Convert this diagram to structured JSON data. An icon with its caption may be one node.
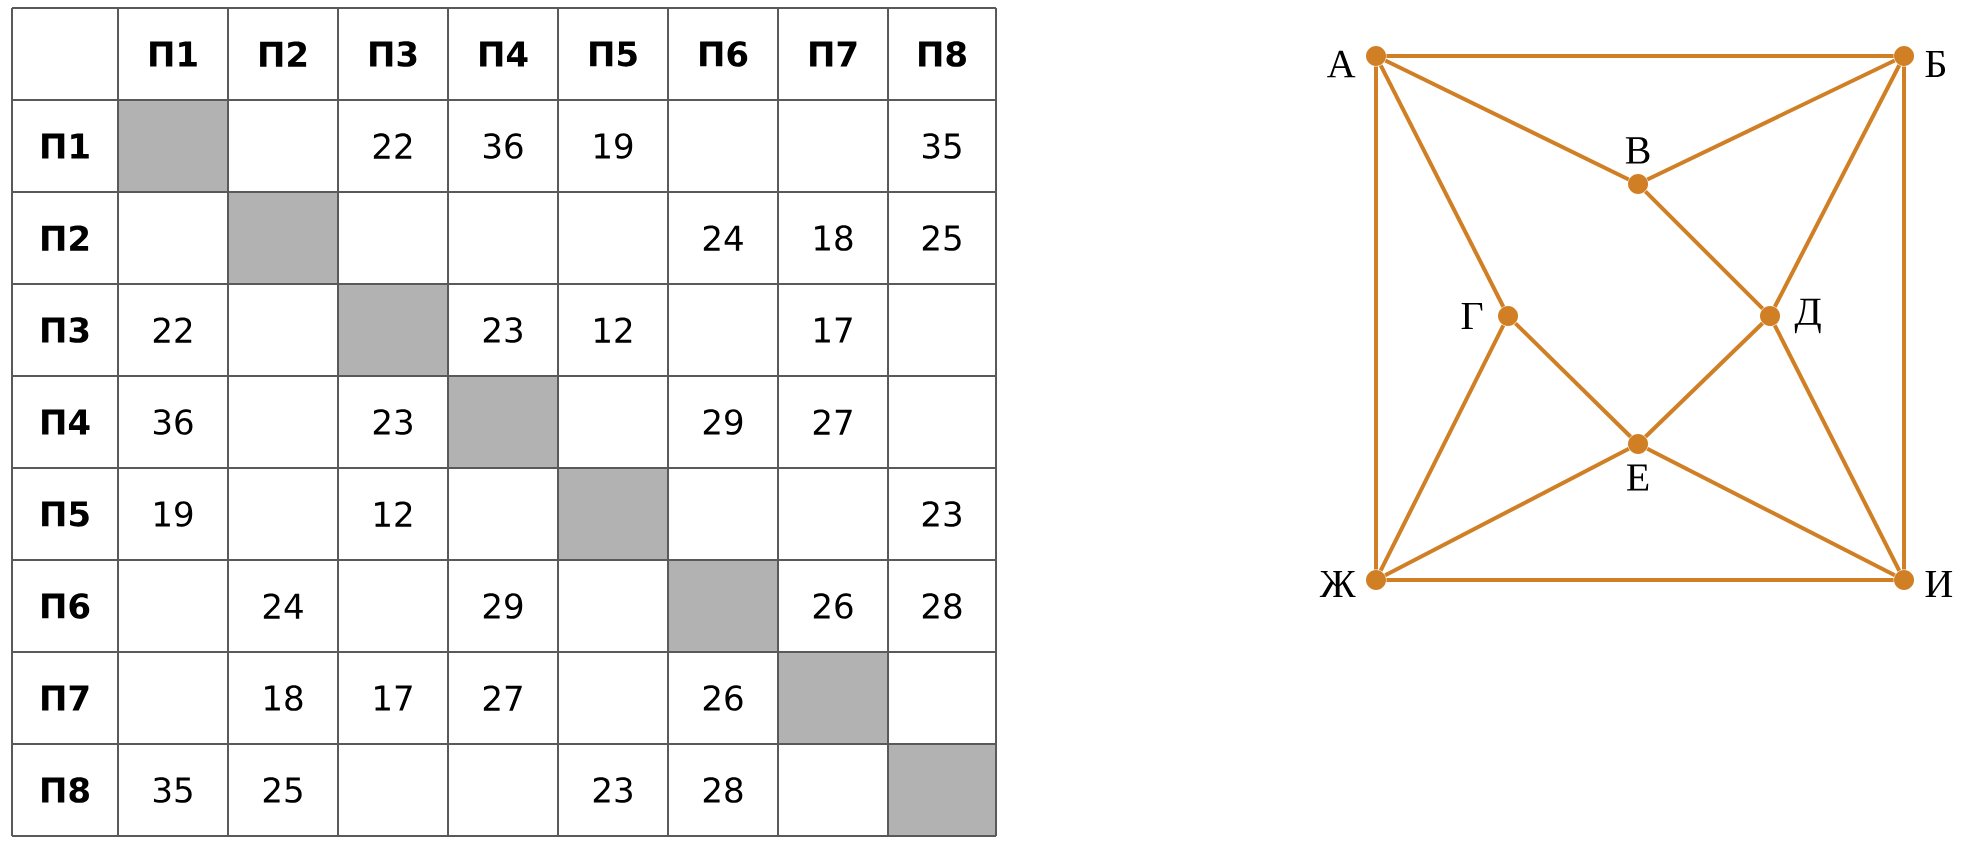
{
  "diagram": {
    "nodes": [
      {
        "text": [],
        "shape": "circle",
        "beside": [
          "А"
        ]
      },
      {
        "text": [],
        "shape": "circle",
        "beside": [
          "Б"
        ]
      },
      {
        "text": [],
        "shape": "circle",
        "beside": [
          "В"
        ]
      },
      {
        "text": [],
        "shape": "circle",
        "beside": [
          "Г"
        ]
      },
      {
        "text": [],
        "shape": "circle",
        "beside": [
          "Д"
        ]
      },
      {
        "text": [],
        "shape": "circle",
        "beside": [
          "Е"
        ]
      },
      {
        "text": [],
        "shape": "circle",
        "beside": [
          "Ж"
        ]
      },
      {
        "text": [],
        "shape": "circle",
        "beside": [
          "И"
        ]
      }
    ],
    "edges": [
      {
        "from": 0,
        "to": 1,
        "arrow": "none"
      },
      {
        "from": 0,
        "to": 6,
        "arrow": "none"
      },
      {
        "from": 1,
        "to": 7,
        "arrow": "none"
      },
      {
        "from": 6,
        "to": 7,
        "arrow": "none"
      },
      {
        "from": 0,
        "to": 2,
        "arrow": "none"
      },
      {
        "from": 2,
        "to": 1,
        "arrow": "none"
      },
      {
        "from": 0,
        "to": 3,
        "arrow": "none"
      },
      {
        "from": 2,
        "to": 4,
        "arrow": "none"
      },
      {
        "from": 1,
        "to": 4,
        "arrow": "none"
      },
      {
        "from": 3,
        "to": 5,
        "arrow": "none"
      },
      {
        "from": 4,
        "to": 5,
        "arrow": "none"
      },
      {
        "from": 3,
        "to": 6,
        "arrow": "none"
      },
      {
        "from": 5,
        "to": 6,
        "arrow": "none"
      },
      {
        "from": 5,
        "to": 7,
        "arrow": "none"
      },
      {
        "from": 4,
        "to": 7,
        "arrow": "none"
      }
    ],
    "labels": [
      "П1",
      "П2",
      "П3",
      "П4",
      "П5",
      "П6",
      "П7",
      "П8",
      "П1",
      "22",
      "36",
      "19",
      "35",
      "П2",
      "24",
      "18",
      "25",
      "П3",
      "22",
      "23",
      "12",
      "17",
      "П4",
      "36",
      "23",
      "29",
      "27",
      "П5",
      "19",
      "12",
      "23",
      "П6",
      "24",
      "29",
      "26",
      "28",
      "П7",
      "18",
      "17",
      "27",
      "26",
      "П8",
      "35",
      "25",
      "23",
      "28"
    ]
  }
}
